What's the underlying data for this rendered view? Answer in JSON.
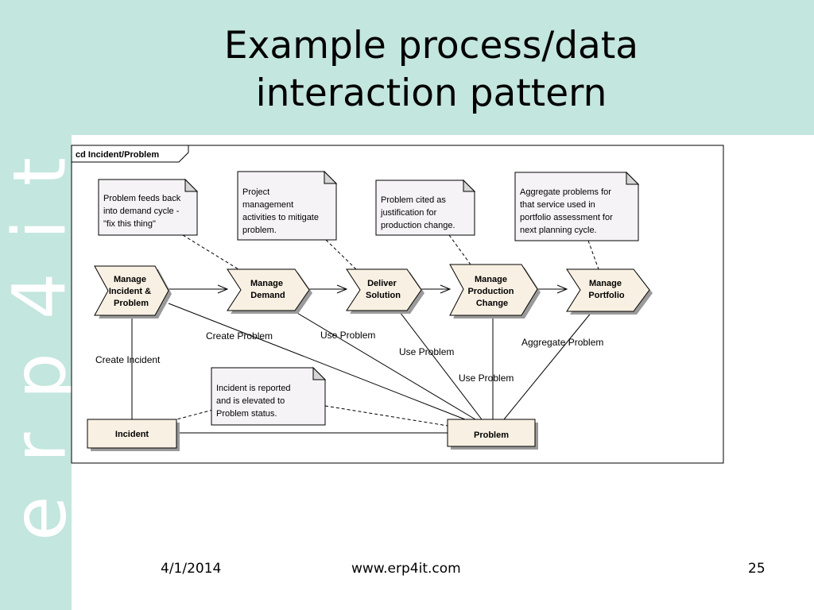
{
  "title": {
    "line1": "Example process/data",
    "line2": "interaction pattern"
  },
  "watermark": "erp4it",
  "diagram": {
    "frame_label": "cd Incident/Problem",
    "processes": [
      {
        "id": "manage-incident-problem",
        "lines": [
          "Manage",
          "Incident &",
          "Problem"
        ]
      },
      {
        "id": "manage-demand",
        "lines": [
          "Manage",
          "Demand"
        ]
      },
      {
        "id": "deliver-solution",
        "lines": [
          "Deliver",
          "Solution"
        ]
      },
      {
        "id": "manage-production-change",
        "lines": [
          "Manage",
          "Production",
          "Change"
        ]
      },
      {
        "id": "manage-portfolio",
        "lines": [
          "Manage",
          "Portfolio"
        ]
      }
    ],
    "entities": [
      {
        "id": "incident",
        "label": "Incident"
      },
      {
        "id": "problem",
        "label": "Problem"
      }
    ],
    "notes": [
      {
        "id": "problem-feeds-back",
        "lines": [
          "Problem feeds back",
          "into demand cycle -",
          "\"fix this thing\""
        ]
      },
      {
        "id": "project-management",
        "lines": [
          "Project",
          "management",
          "activities to mitigate",
          "problem."
        ]
      },
      {
        "id": "problem-cited",
        "lines": [
          "Problem cited as",
          "justification for",
          "production change."
        ]
      },
      {
        "id": "aggregate-problems",
        "lines": [
          "Aggregate problems for",
          "that service used in",
          "portfolio assessment for",
          "next planning cycle."
        ]
      },
      {
        "id": "incident-reported",
        "lines": [
          "Incident is reported",
          "and is elevated to",
          "Problem status."
        ]
      }
    ],
    "connector_labels": {
      "create_incident": "Create Incident",
      "create_problem": "Create Problem",
      "use_problem_demand": "Use Problem",
      "use_problem_solution": "Use Problem",
      "use_problem_change": "Use Problem",
      "aggregate_problem": "Aggregate Problem"
    }
  },
  "footer": {
    "date": "4/1/2014",
    "url": "www.erp4it.com",
    "page": "25"
  }
}
